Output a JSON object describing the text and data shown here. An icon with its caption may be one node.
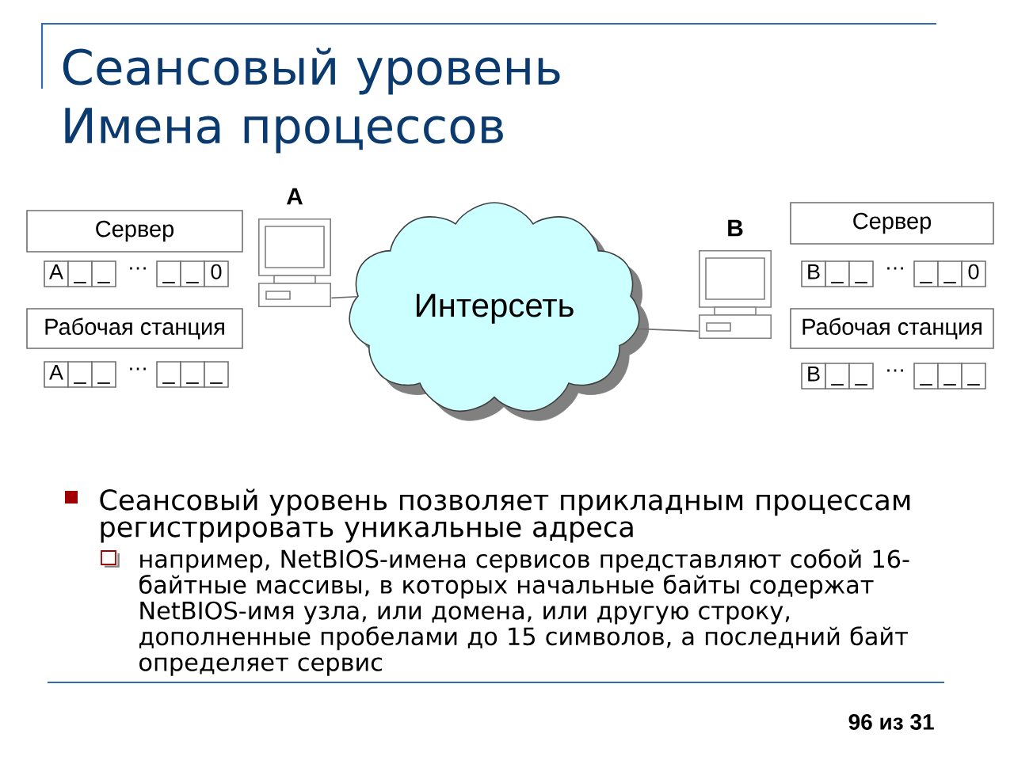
{
  "diagram": {
    "title": "Сеансовый уровень Имена процессов",
    "nodes": [
      {
        "text": [
          "Сервер"
        ]
      },
      {
        "text": [
          "Рабочая станция"
        ]
      },
      {
        "text": [],
        "shape": "computer",
        "beside": [
          "A"
        ]
      },
      {
        "text": [
          "Интерсеть"
        ]
      },
      {
        "text": [],
        "shape": "computer",
        "beside": [
          "B"
        ]
      },
      {
        "text": [
          "Сервер"
        ]
      },
      {
        "text": [
          "Рабочая станция"
        ]
      }
    ],
    "edges": [
      {
        "from": 2,
        "to": 3,
        "arrow": "none"
      },
      {
        "from": 3,
        "to": 4,
        "arrow": "none"
      }
    ],
    "labels": [
      "A",
      "_",
      "_",
      "…",
      "_",
      "_",
      "0",
      "A",
      "_",
      "_",
      "…",
      "_",
      "_",
      "_",
      "B",
      "_",
      "_",
      "…",
      "_",
      "_",
      "0",
      "B",
      "_",
      "_",
      "…",
      "_",
      "_",
      "_",
      "Сеансовый уровень позволяет прикладным процессам регистрировать уникальные адреса",
      "например, NetBIOS-имена сервисов представляют собой 16-байтные массивы, в которых начальные байты содержат NetBIOS-имя узла, или домена, или другую строку, дополненные пробелами до 15 символов, а последний байт определяет сервис",
      "96 из 31"
    ]
  }
}
